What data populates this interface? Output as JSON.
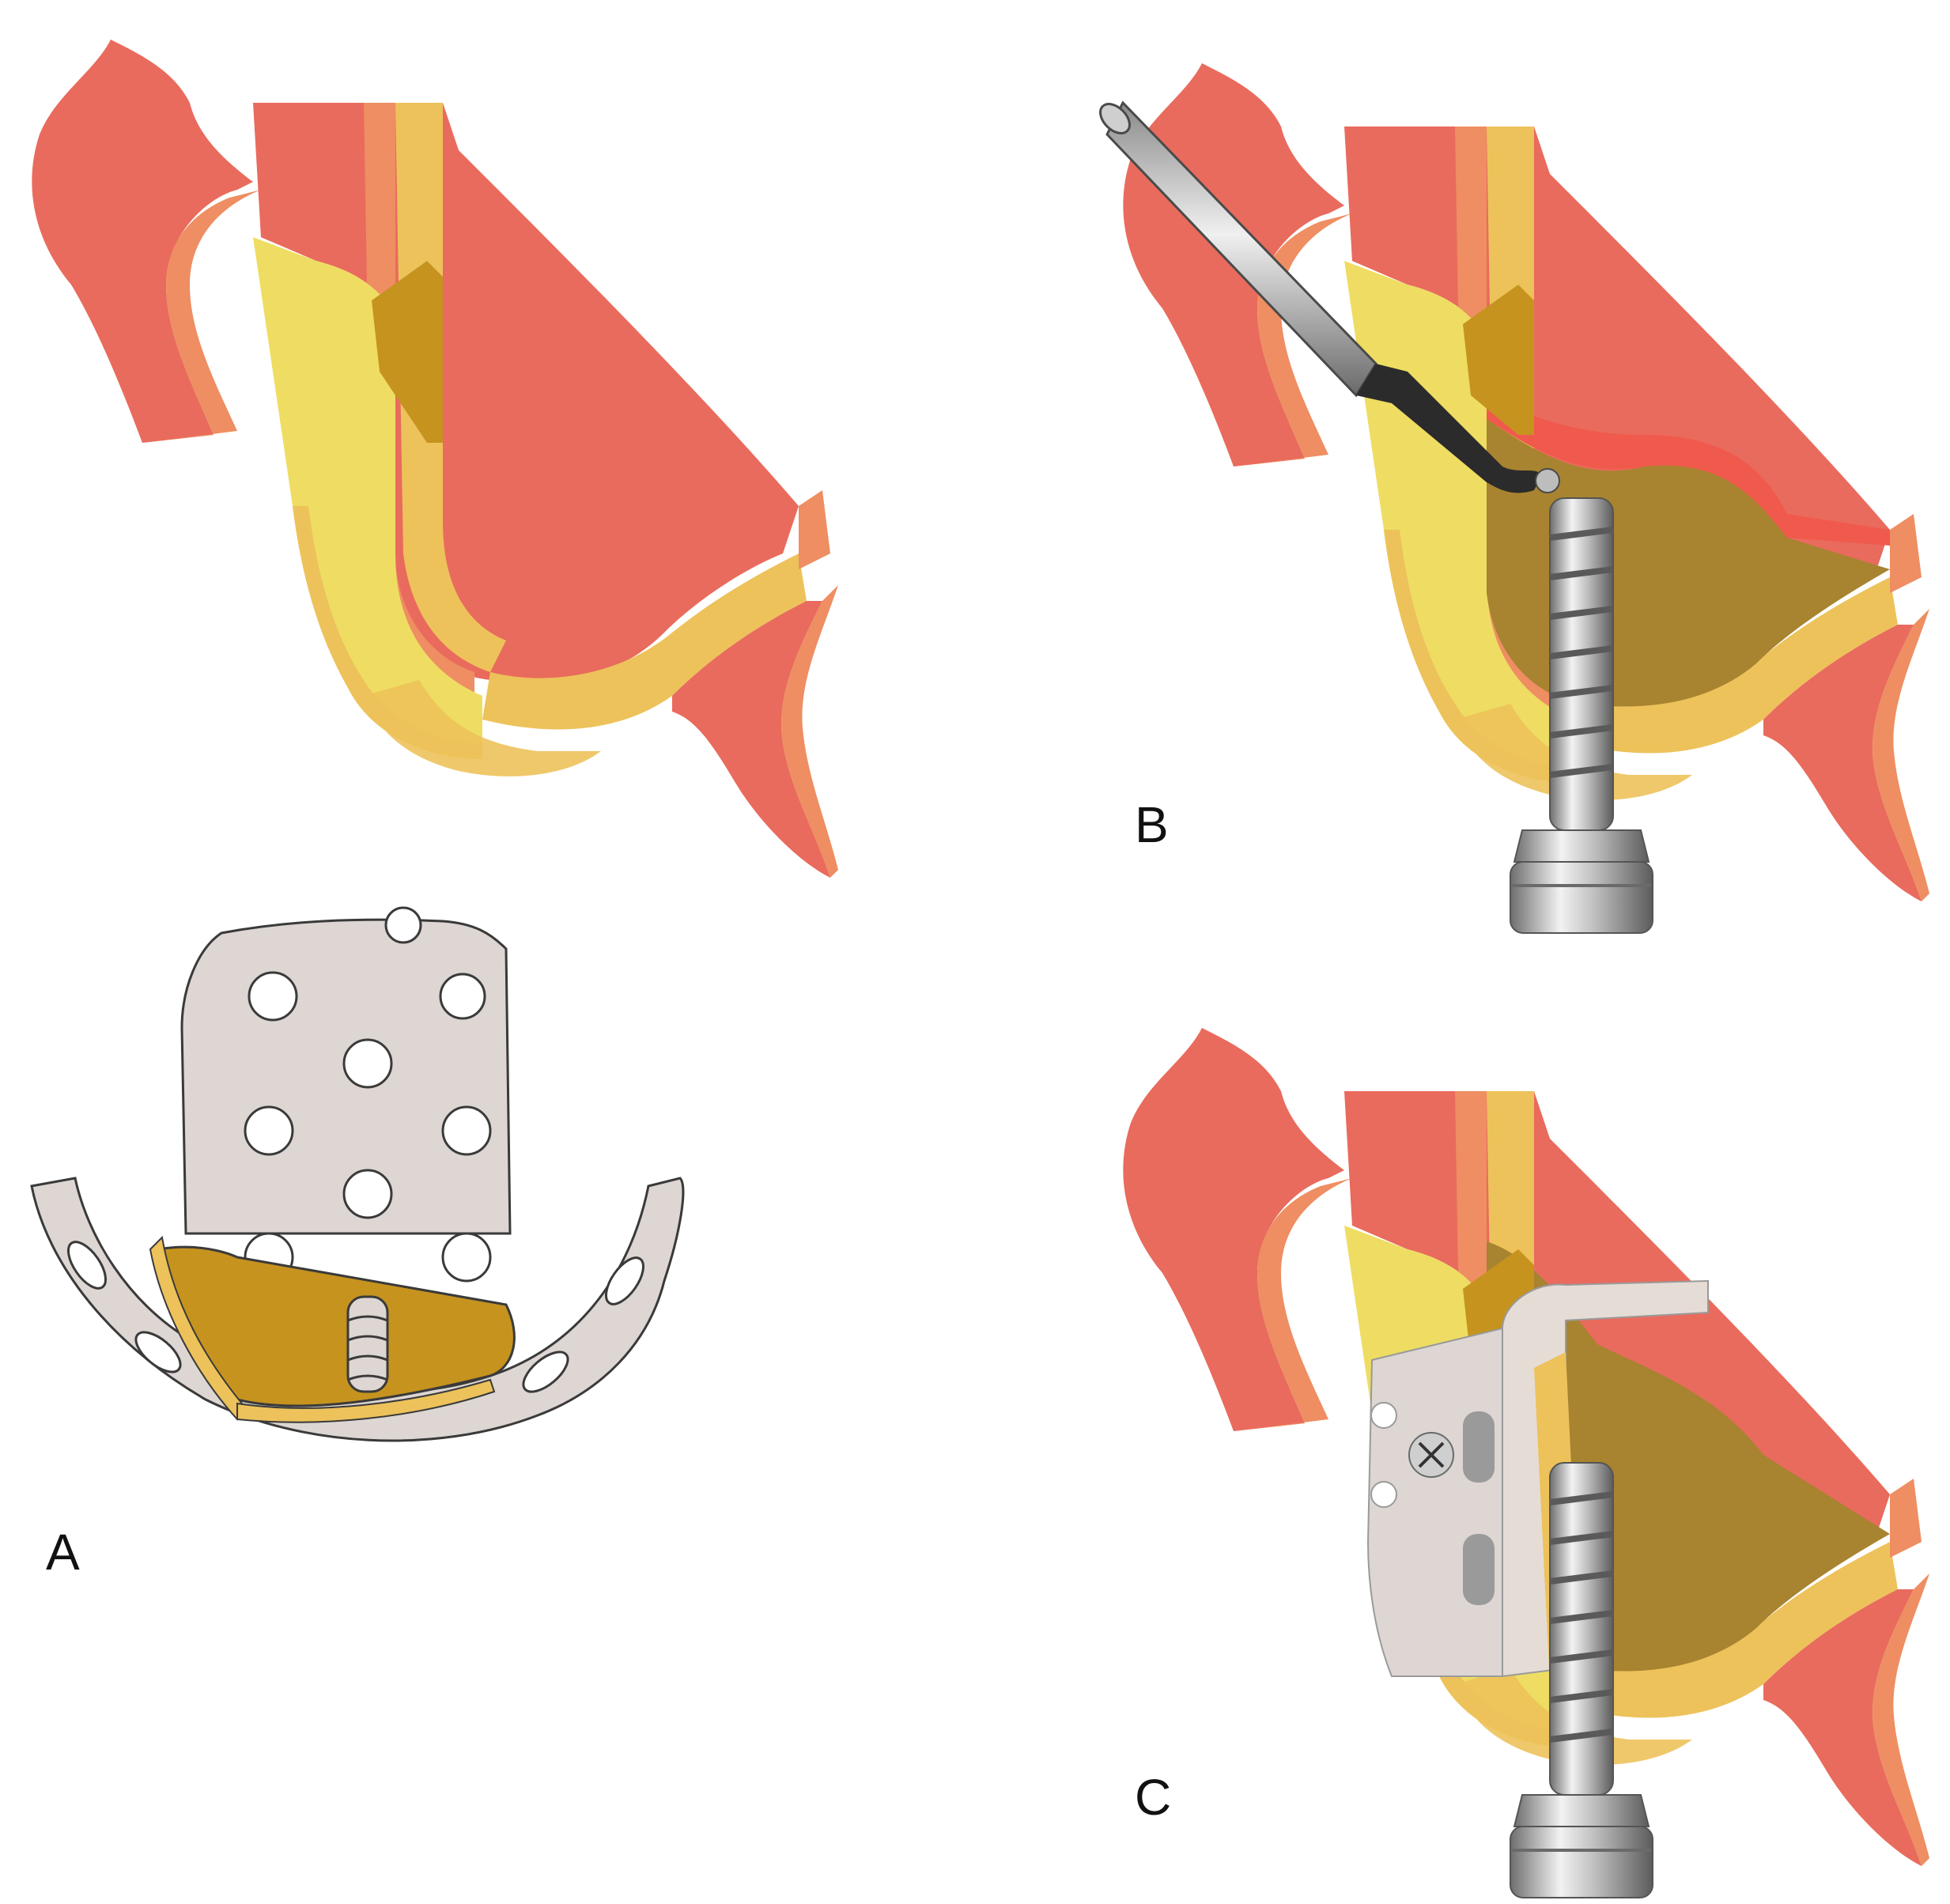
{
  "figure": {
    "panels": [
      {
        "id": "A",
        "label": "A"
      },
      {
        "id": "B",
        "label": "B"
      },
      {
        "id": "C",
        "label": "C"
      }
    ]
  },
  "colors": {
    "gum": "#E96B5D",
    "gum_inner": "#EE8E62",
    "bone_yellow": "#EDC25B",
    "bone_light": "#EEDD62",
    "graft_dark": "#A88330",
    "graft_gold": "#C6931F",
    "mesh": "#DDD6D2",
    "metal_light": "#E8E8E8",
    "metal_dark": "#707070",
    "background": "#FFFFFF"
  }
}
